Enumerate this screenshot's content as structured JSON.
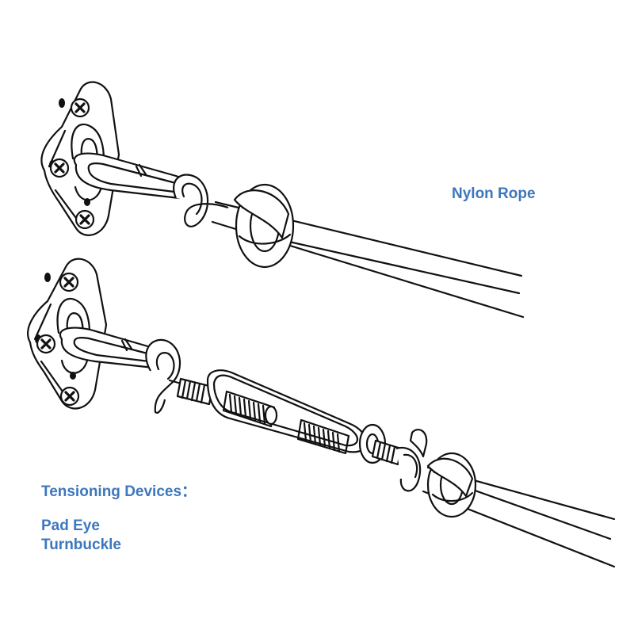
{
  "labels": {
    "rope": "Nylon Rope",
    "tensioning": "Tensioning Devices：",
    "pad_eye": "Pad Eye",
    "turnbuckle": "Turnbuckle"
  },
  "colors": {
    "label": "#3d77bd",
    "line": "#111111",
    "background": "#ffffff"
  },
  "icons": {
    "screw": "cross-screw-icon",
    "knot": "rope-knot-icon",
    "hook": "s-hook-icon"
  }
}
